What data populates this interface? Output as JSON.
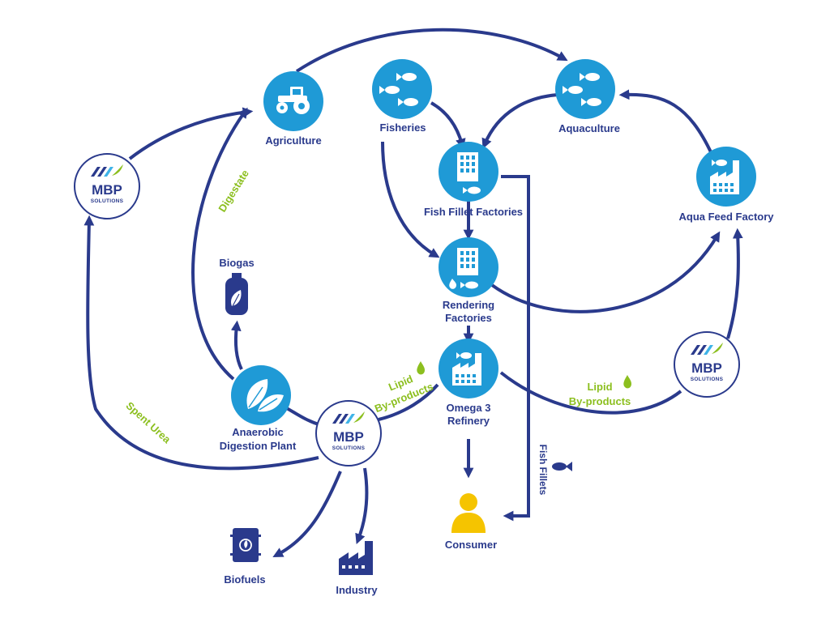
{
  "colors": {
    "primary_navy": "#2a3a8c",
    "node_blue": "#1f9ad6",
    "accent_green": "#8cbf1f",
    "consumer_yellow": "#f5c400",
    "logo_light_blue": "#3fb3e8"
  },
  "nodes": {
    "agriculture": {
      "label": "Agriculture",
      "icon": "tractor-icon"
    },
    "fisheries": {
      "label": "Fisheries",
      "icon": "fish-school-icon"
    },
    "aquaculture": {
      "label": "Aquaculture",
      "icon": "fish-school-icon"
    },
    "fish_fillet": {
      "label": "Fish Fillet Factories",
      "icon": "factory-building-fish-icon"
    },
    "aqua_feed": {
      "label": "Aqua Feed Factory",
      "icon": "factory-fish-icon"
    },
    "rendering": {
      "label_line1": "Rendering",
      "label_line2": "Factories",
      "icon": "factory-building-drop-icon"
    },
    "omega": {
      "label_line1": "Omega 3",
      "label_line2": "Refinery",
      "icon": "factory-fish-icon"
    },
    "anaerobic": {
      "label_line1": "Anaerobic",
      "label_line2": "Digestion Plant",
      "icon": "leaves-icon"
    },
    "biogas": {
      "label": "Biogas",
      "icon": "gas-cylinder-icon"
    },
    "consumer": {
      "label": "Consumer",
      "icon": "person-icon"
    },
    "biofuels": {
      "label": "Biofuels",
      "icon": "fuel-barrel-icon"
    },
    "industry": {
      "label": "Industry",
      "icon": "industry-icon"
    }
  },
  "logos": {
    "main": "MBP",
    "sub": "SOLUTIONS"
  },
  "flows": {
    "digestate": "Digestate",
    "spent_urea": "Spent Urea",
    "lipid": "Lipid",
    "by_products": "By-products",
    "fish_fillets": "Fish Fillets"
  }
}
